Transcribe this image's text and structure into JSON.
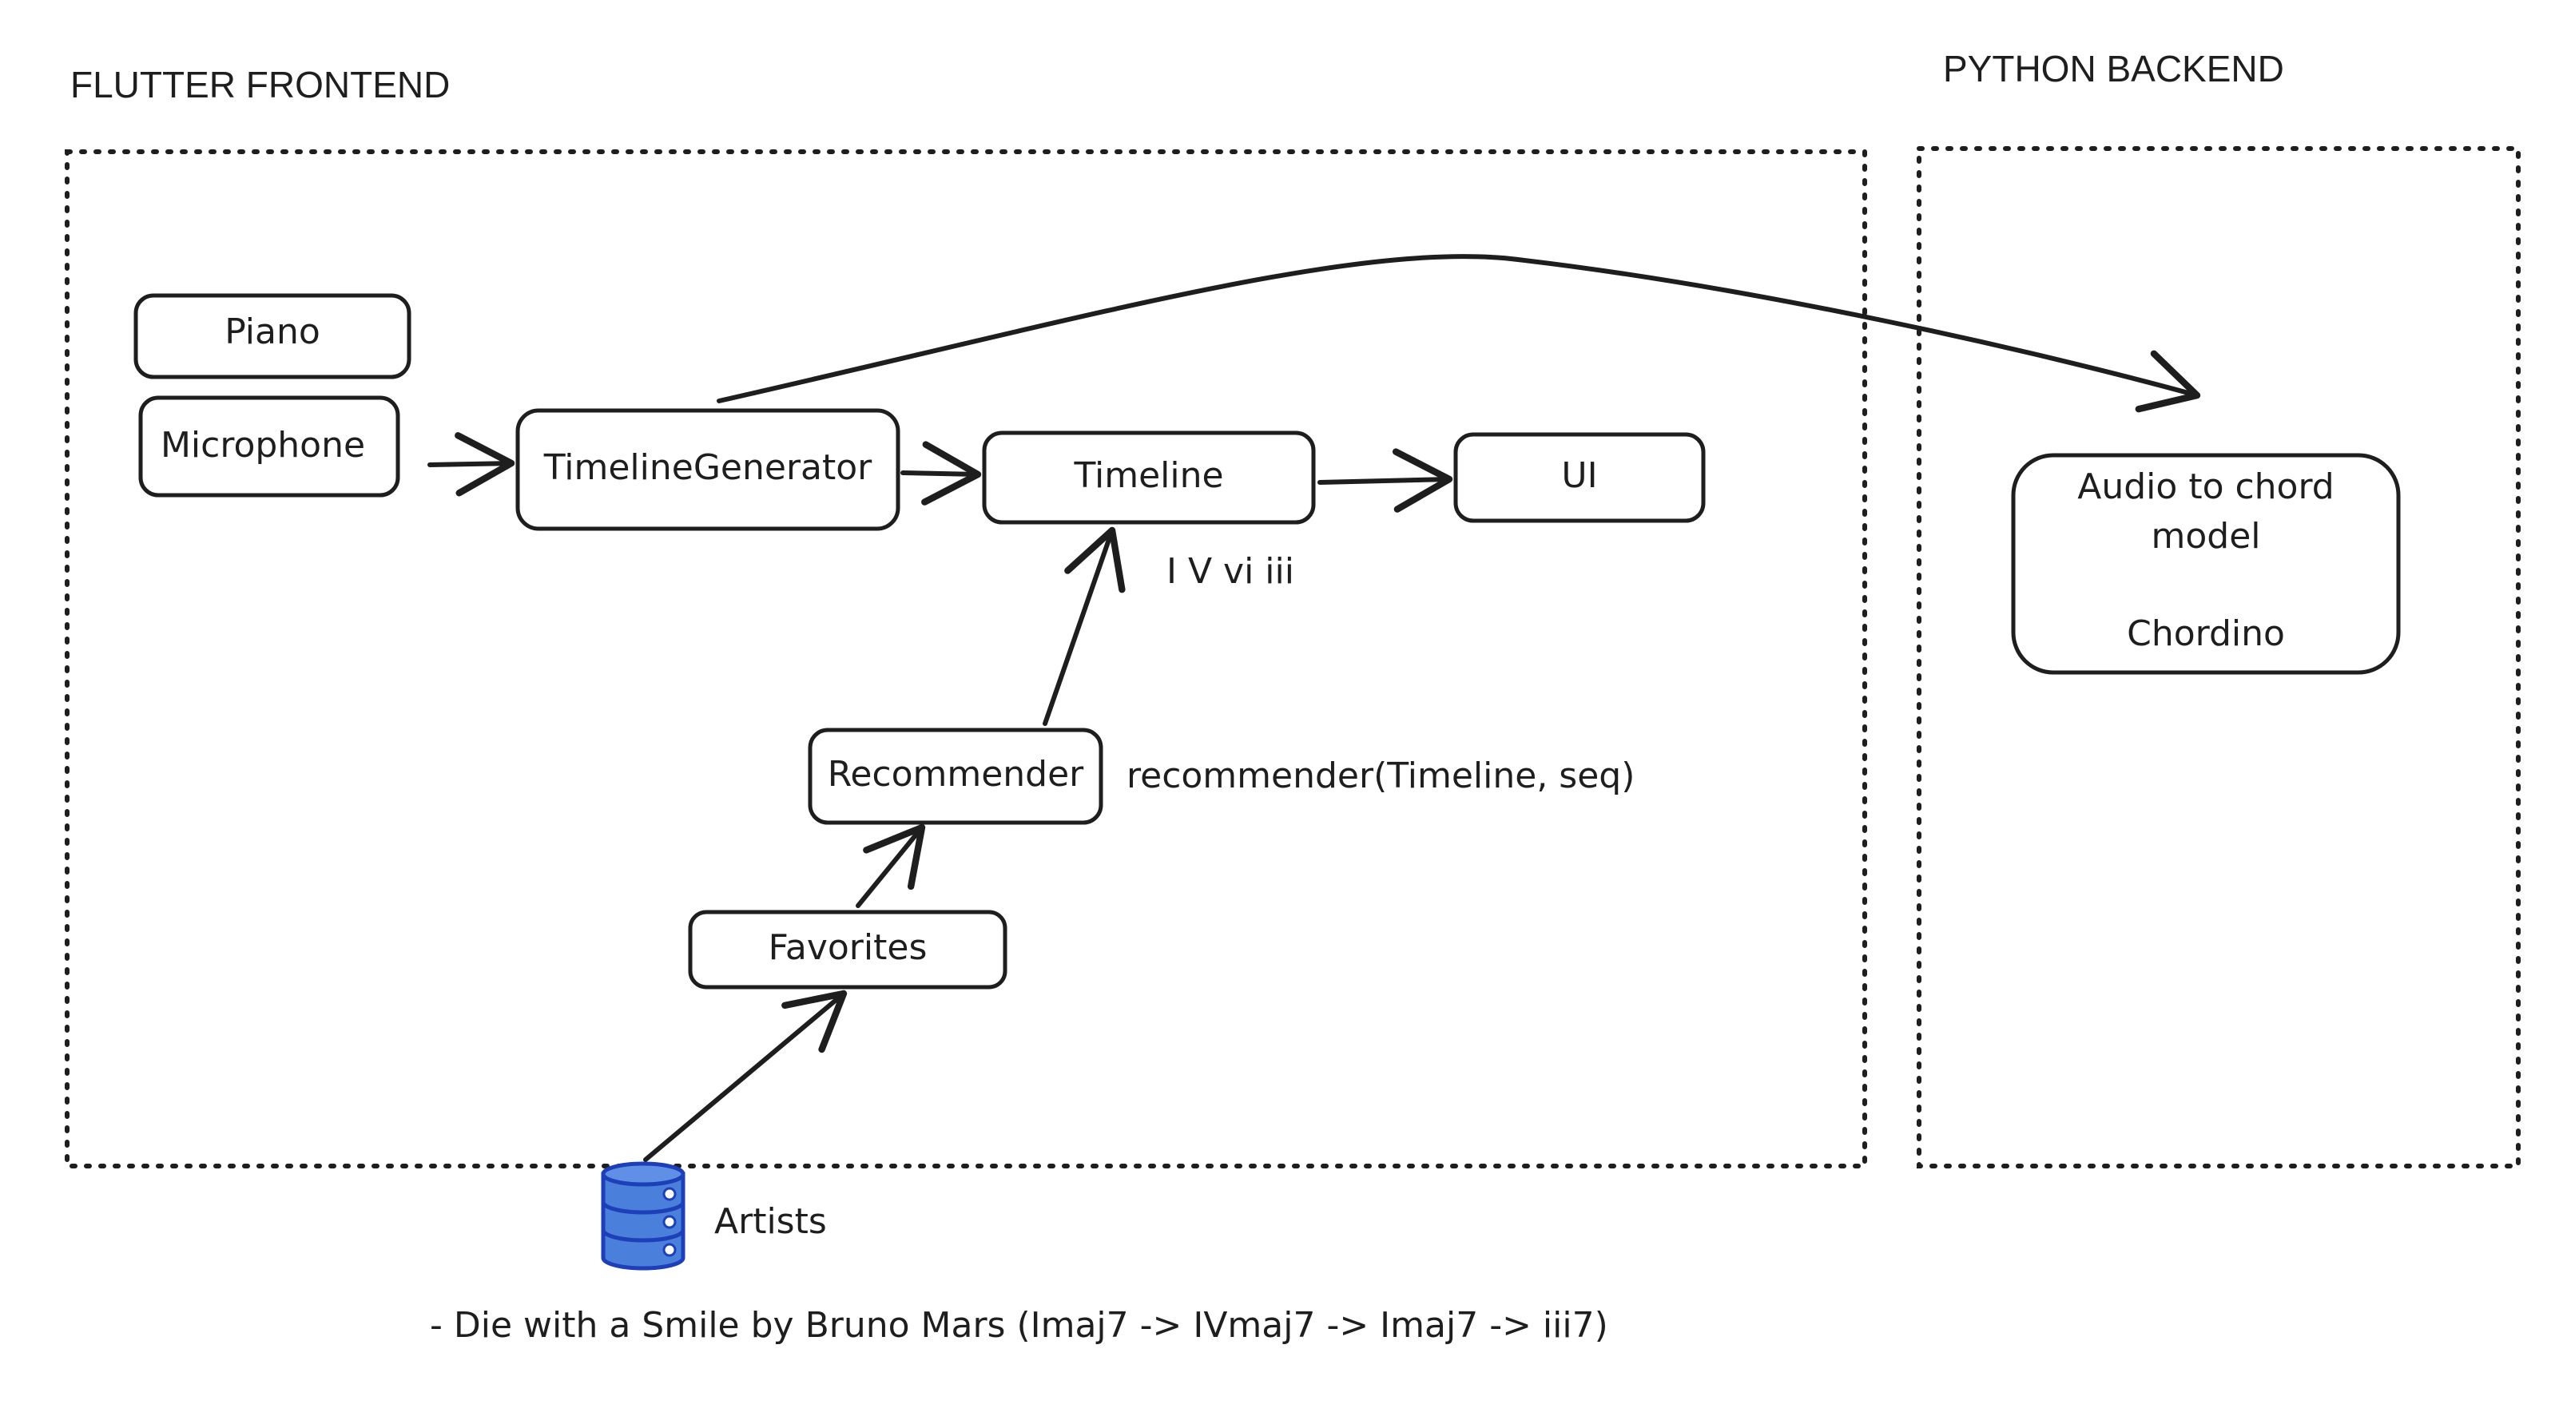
{
  "regions": {
    "frontend_title": "FLUTTER FRONTEND",
    "backend_title": "PYTHON BACKEND"
  },
  "nodes": {
    "piano": "Piano",
    "microphone": "Microphone",
    "timeline_generator": "TimelineGenerator",
    "timeline": "Timeline",
    "ui": "UI",
    "recommender": "Recommender",
    "favorites": "Favorites",
    "model_line1": "Audio to chord",
    "model_line2": "model",
    "model_line3": "Chordino",
    "artists": "Artists"
  },
  "annotations": {
    "progression": "I V vi iii",
    "recommender_call": "recommender(Timeline, seq)",
    "example_song": "- Die with a Smile by Bruno Mars (Imaj7 -> IVmaj7 -> Imaj7 -> iii7)"
  },
  "icons": {
    "artists_db": "database-icon"
  },
  "colors": {
    "stroke": "#1e1e1e",
    "database_fill": "#4a7fdc",
    "database_stroke": "#1d3fb8"
  }
}
